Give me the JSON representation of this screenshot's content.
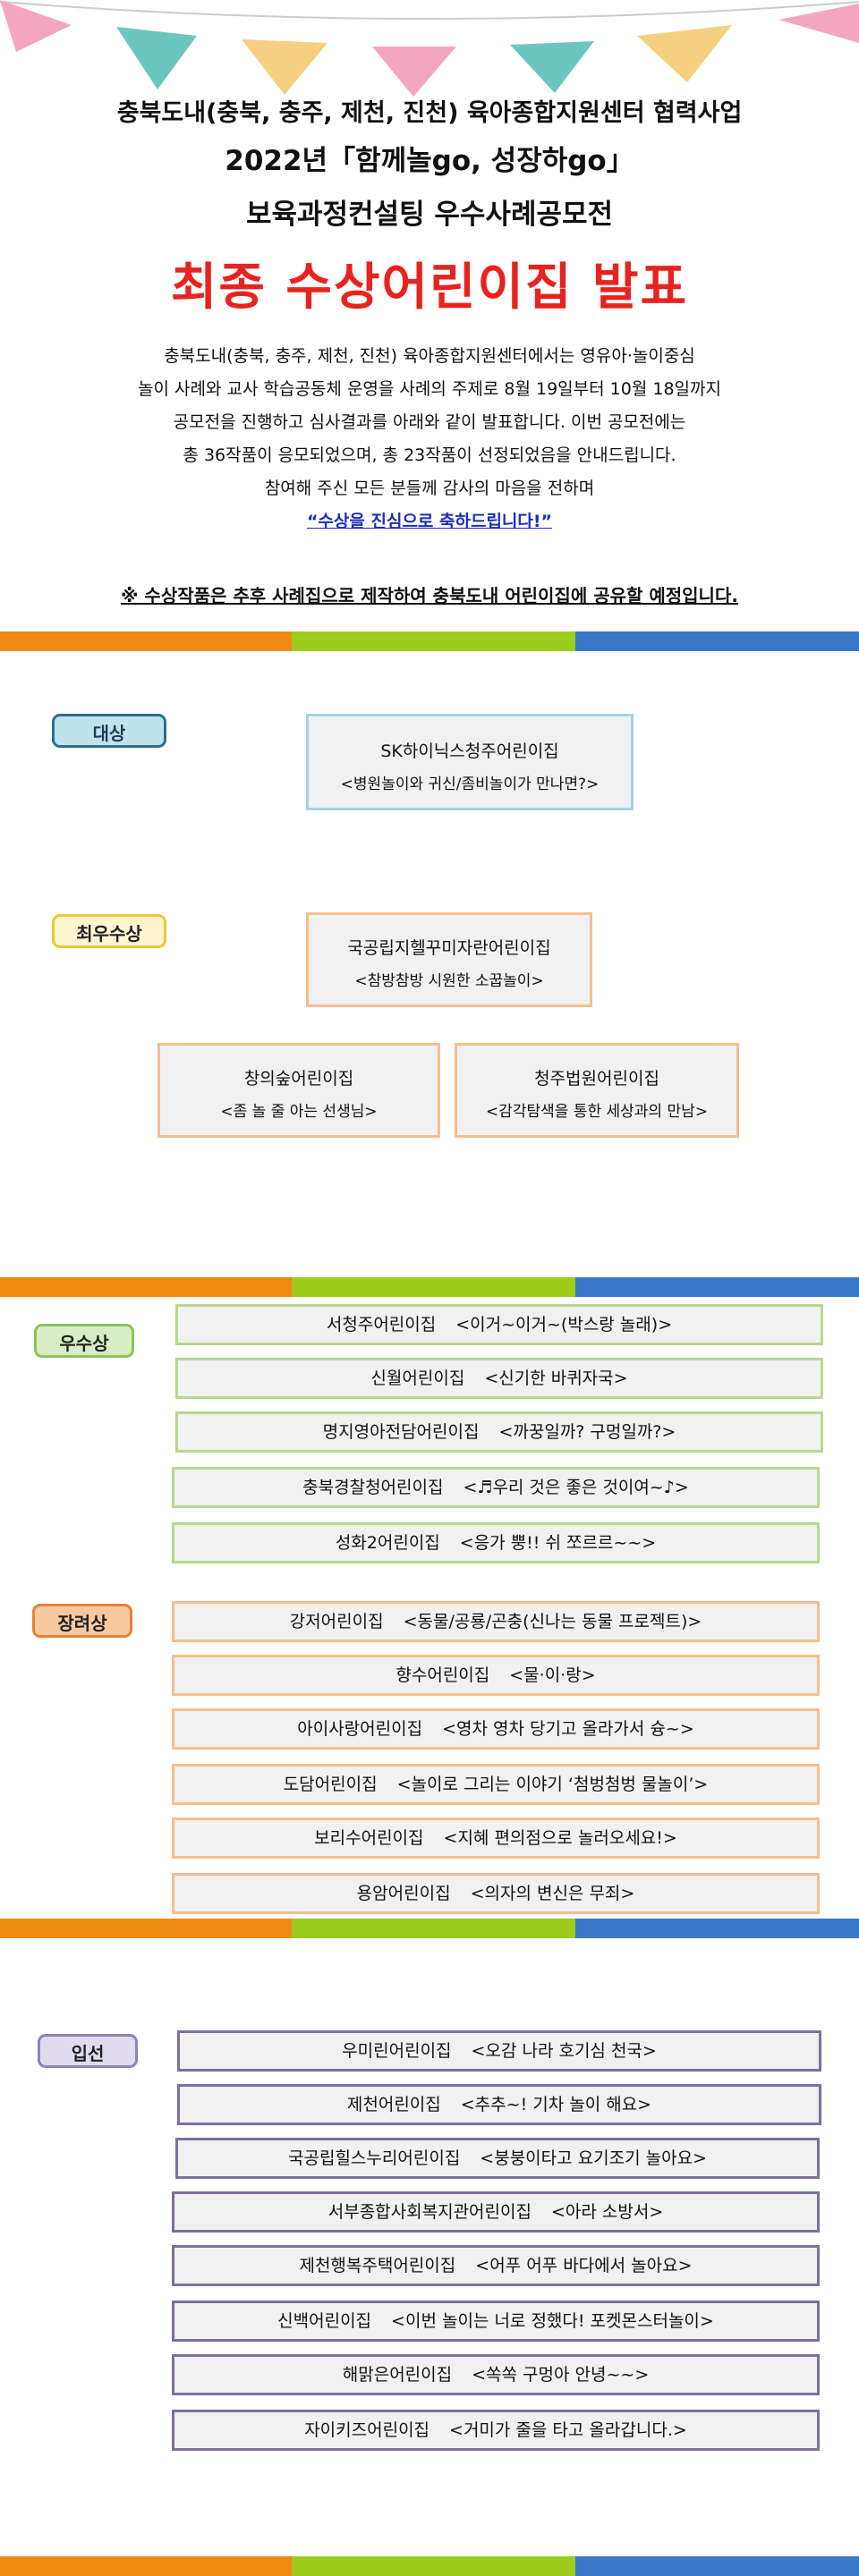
{
  "colors": {
    "pennant": [
      "#f4a6c0",
      "#6cc6c0",
      "#f5d080",
      "#f4a6c0",
      "#6cc6c0",
      "#f5d080",
      "#f4a6c0"
    ]
  },
  "header": {
    "line1": "충북도내(충북, 충주, 제천, 진천) 육아종합지원센터 협력사업",
    "line2": "2022년「함께놀go, 성장하go」",
    "line3": "보육과정컨설팅 우수사례공모전",
    "title": "최종 수상어린이집 발표"
  },
  "intro": {
    "lines": [
      "충북도내(충북, 충주, 제천, 진천) 육아종합지원센터에서는  영유아·놀이중심",
      "놀이 사례와 교사 학습공동체 운영을 사례의 주제로 8월 19일부터 10월 18일까지",
      "공모전을 진행하고 심사결과를 아래와 같이 발표합니다. 이번 공모전에는",
      "총 36작품이 응모되었으며, 총 23작품이 선정되었음을 안내드립니다.",
      "참여해 주신 모든 분들께 감사의 마음을 전하며"
    ],
    "congrats": "“수상을 진심으로 축하드립니다!”"
  },
  "notice": "※ 수상작품은 추후 사례집으로 제작하여 충북도내 어린이집에 공유할 예정입니다.",
  "awards": {
    "daesang": {
      "label": "대상",
      "items": [
        {
          "name": "SK하이닉스청주어린이집",
          "title": "<병원놀이와 귀신/좀비놀이가 만나면?>"
        }
      ]
    },
    "choiwoo": {
      "label": "최우수상",
      "items": [
        {
          "name": "국공립지헬꾸미자란어린이집",
          "title": "<참방참방 시원한 소꿉놀이>"
        },
        {
          "name": "창의숲어린이집",
          "title": "<좀 놀 줄 아는 선생님>"
        },
        {
          "name": "청주법원어린이집",
          "title": "<감각탐색을 통한 세상과의 만남>"
        }
      ]
    },
    "woosu": {
      "label": "우수상",
      "items": [
        {
          "name": "서청주어린이집",
          "title": "<이거~이거~(박스랑 놀래)>"
        },
        {
          "name": "신월어린이집",
          "title": "<신기한 바퀴자국>"
        },
        {
          "name": "명지영아전담어린이집",
          "title": "<까꿍일까? 구멍일까?>"
        },
        {
          "name": "충북경찰청어린이집",
          "title": "<♬우리 것은 좋은 것이여~♪>"
        },
        {
          "name": "성화2어린이집",
          "title": "<응가 뿡!! 쉬 쪼르르~~>"
        }
      ]
    },
    "jang": {
      "label": "장려상",
      "items": [
        {
          "name": "강저어린이집",
          "title": "<동물/공룡/곤충(신나는 동물 프로젝트)>"
        },
        {
          "name": "향수어린이집",
          "title": "<물·이·랑>"
        },
        {
          "name": "아이사랑어린이집",
          "title": "<영차 영차 당기고 올라가서 슝~>"
        },
        {
          "name": "도담어린이집",
          "title": "<놀이로 그리는 이야기 ‘첨벙첨벙 물놀이’>"
        },
        {
          "name": "보리수어린이집",
          "title": "<지혜 편의점으로 놀러오세요!>"
        },
        {
          "name": "용암어린이집",
          "title": "<의자의 변신은 무죄>"
        }
      ]
    },
    "ipseon": {
      "label": "입선",
      "items": [
        {
          "name": "우미린어린이집",
          "title": "<오감 나라 호기심 천국>"
        },
        {
          "name": "제천어린이집",
          "title": "<추추~! 기차 놀이 해요>"
        },
        {
          "name": "국공립힐스누리어린이집",
          "title": "<붕붕이타고 요기조기 놀아요>"
        },
        {
          "name": "서부종합사회복지관어린이집",
          "title": "<아라 소방서>"
        },
        {
          "name": "제천행복주택어린이집",
          "title": "<어푸 어푸 바다에서 놀아요>"
        },
        {
          "name": "신백어린이집",
          "title": "<이번 놀이는 너로 정했다! 포켓몬스터놀이>"
        },
        {
          "name": "해맑은어린이집",
          "title": "<쏙쏙 구멍아 안녕~~>"
        },
        {
          "name": "자이키즈어린이집",
          "title": "<거미가 줄을 타고 올라갑니다.>"
        }
      ]
    }
  }
}
